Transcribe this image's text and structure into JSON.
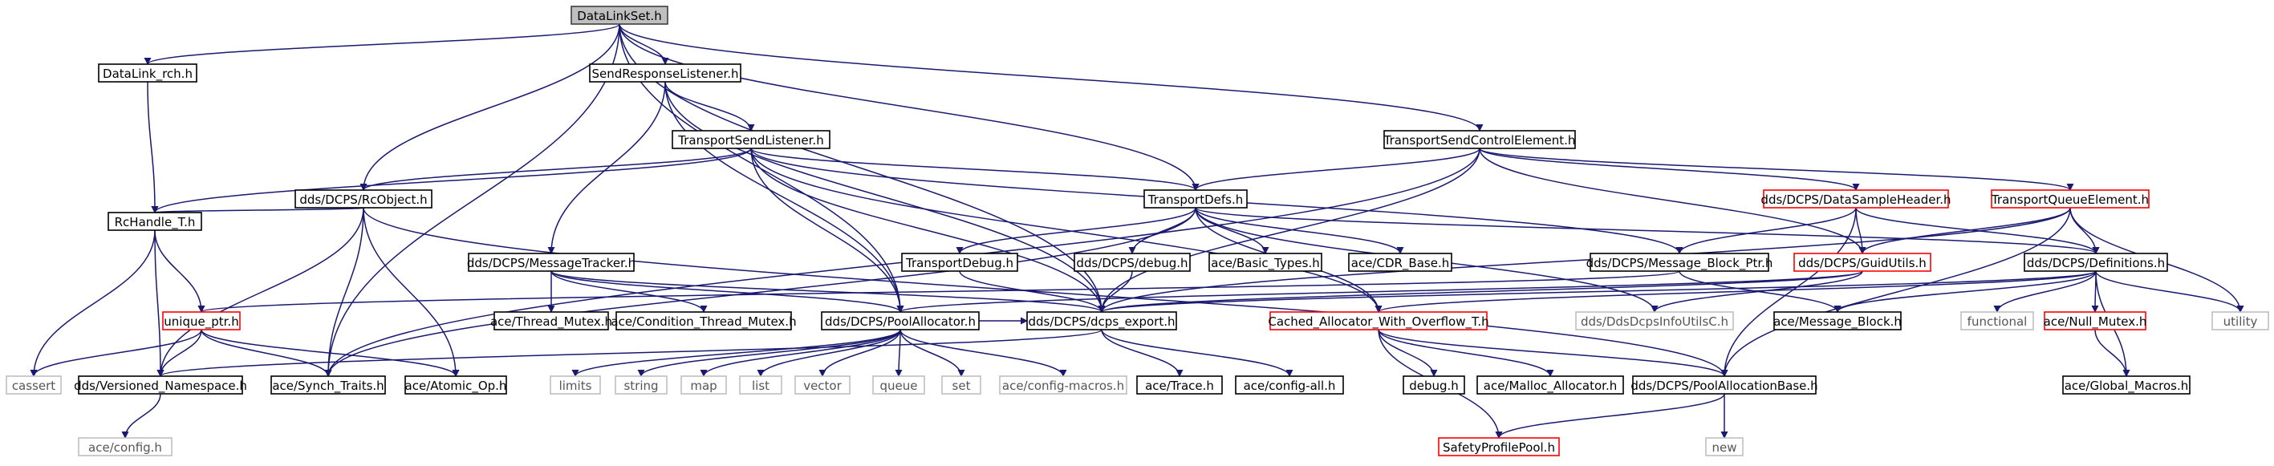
{
  "colors": {
    "edge": "#191970",
    "default_border": "#000000",
    "root_border": "#3f3f3f",
    "root_fill": "#bfbfbf",
    "missing_border": "#ff0000",
    "external_border": "#bfbfbf"
  },
  "nodes": [
    {
      "id": "datalinkset",
      "label": "DataLinkSet.h",
      "kind": "root"
    },
    {
      "id": "datalink_rch",
      "label": "DataLink_rch.h",
      "kind": "default"
    },
    {
      "id": "sendresponselistener",
      "label": "SendResponseListener.h",
      "kind": "default"
    },
    {
      "id": "transportsendlistener",
      "label": "TransportSendListener.h",
      "kind": "default"
    },
    {
      "id": "transportsendcontrolelement",
      "label": "TransportSendControlElement.h",
      "kind": "default"
    },
    {
      "id": "rcobject",
      "label": "dds/DCPS/RcObject.h",
      "kind": "default"
    },
    {
      "id": "transportdefs",
      "label": "TransportDefs.h",
      "kind": "default"
    },
    {
      "id": "datasampleheader",
      "label": "dds/DCPS/DataSampleHeader.h",
      "kind": "missing"
    },
    {
      "id": "transportqueueelement",
      "label": "TransportQueueElement.h",
      "kind": "missing"
    },
    {
      "id": "rchandle_t",
      "label": "RcHandle_T.h",
      "kind": "default"
    },
    {
      "id": "messagetracker",
      "label": "dds/DCPS/MessageTracker.h",
      "kind": "default"
    },
    {
      "id": "transportdebug",
      "label": "TransportDebug.h",
      "kind": "default"
    },
    {
      "id": "dcps_debug",
      "label": "dds/DCPS/debug.h",
      "kind": "default"
    },
    {
      "id": "basic_types",
      "label": "ace/Basic_Types.h",
      "kind": "default"
    },
    {
      "id": "cdr_base",
      "label": "ace/CDR_Base.h",
      "kind": "default"
    },
    {
      "id": "message_block_ptr",
      "label": "dds/DCPS/Message_Block_Ptr.h",
      "kind": "default"
    },
    {
      "id": "guidutils",
      "label": "dds/DCPS/GuidUtils.h",
      "kind": "missing"
    },
    {
      "id": "definitions",
      "label": "dds/DCPS/Definitions.h",
      "kind": "default"
    },
    {
      "id": "unique_ptr",
      "label": "unique_ptr.h",
      "kind": "missing"
    },
    {
      "id": "thread_mutex",
      "label": "ace/Thread_Mutex.h",
      "kind": "default"
    },
    {
      "id": "condition_thread_mutex",
      "label": "ace/Condition_Thread_Mutex.h",
      "kind": "default"
    },
    {
      "id": "poolallocator",
      "label": "dds/DCPS/PoolAllocator.h",
      "kind": "default"
    },
    {
      "id": "dcps_export",
      "label": "dds/DCPS/dcps_export.h",
      "kind": "default"
    },
    {
      "id": "cached_allocator",
      "label": "Cached_Allocator_With_Overflow_T.h",
      "kind": "missing"
    },
    {
      "id": "ddsdcpsinfoutilsc",
      "label": "dds/DdsDcpsInfoUtilsC.h",
      "kind": "external"
    },
    {
      "id": "message_block",
      "label": "ace/Message_Block.h",
      "kind": "default"
    },
    {
      "id": "functional",
      "label": "functional",
      "kind": "external"
    },
    {
      "id": "null_mutex",
      "label": "ace/Null_Mutex.h",
      "kind": "missing"
    },
    {
      "id": "utility",
      "label": "utility",
      "kind": "external"
    },
    {
      "id": "cassert",
      "label": "cassert",
      "kind": "external"
    },
    {
      "id": "versioned_namespace",
      "label": "dds/Versioned_Namespace.h",
      "kind": "default"
    },
    {
      "id": "synch_traits",
      "label": "ace/Synch_Traits.h",
      "kind": "default"
    },
    {
      "id": "atomic_op",
      "label": "ace/Atomic_Op.h",
      "kind": "default"
    },
    {
      "id": "limits",
      "label": "limits",
      "kind": "external"
    },
    {
      "id": "string",
      "label": "string",
      "kind": "external"
    },
    {
      "id": "map",
      "label": "map",
      "kind": "external"
    },
    {
      "id": "list",
      "label": "list",
      "kind": "external"
    },
    {
      "id": "vector",
      "label": "vector",
      "kind": "external"
    },
    {
      "id": "queue",
      "label": "queue",
      "kind": "external"
    },
    {
      "id": "set",
      "label": "set",
      "kind": "external"
    },
    {
      "id": "config_macros",
      "label": "ace/config-macros.h",
      "kind": "external"
    },
    {
      "id": "ace_trace",
      "label": "ace/Trace.h",
      "kind": "default"
    },
    {
      "id": "config_all",
      "label": "ace/config-all.h",
      "kind": "default"
    },
    {
      "id": "debug_h",
      "label": "debug.h",
      "kind": "default"
    },
    {
      "id": "malloc_allocator",
      "label": "ace/Malloc_Allocator.h",
      "kind": "default"
    },
    {
      "id": "poolallocationbase",
      "label": "dds/DCPS/PoolAllocationBase.h",
      "kind": "default"
    },
    {
      "id": "global_macros",
      "label": "ace/Global_Macros.h",
      "kind": "default"
    },
    {
      "id": "ace_config",
      "label": "ace/config.h",
      "kind": "external"
    },
    {
      "id": "new",
      "label": "new",
      "kind": "external"
    },
    {
      "id": "safetyprofilepool",
      "label": "SafetyProfilePool.h",
      "kind": "missing"
    }
  ],
  "edges": [
    [
      "datalinkset",
      "datalink_rch"
    ],
    [
      "datalinkset",
      "sendresponselistener"
    ],
    [
      "datalinkset",
      "transportsendcontrolelement"
    ],
    [
      "datalinkset",
      "rcobject"
    ],
    [
      "datalinkset",
      "transportdefs"
    ],
    [
      "datalinkset",
      "synch_traits"
    ],
    [
      "datalinkset",
      "poolallocator"
    ],
    [
      "datalinkset",
      "dcps_export"
    ],
    [
      "datalink_rch",
      "rchandle_t"
    ],
    [
      "sendresponselistener",
      "transportsendlistener"
    ],
    [
      "sendresponselistener",
      "messagetracker"
    ],
    [
      "sendresponselistener",
      "poolallocator"
    ],
    [
      "sendresponselistener",
      "dcps_export"
    ],
    [
      "transportsendlistener",
      "rcobject"
    ],
    [
      "transportsendlistener",
      "rchandle_t"
    ],
    [
      "transportsendlistener",
      "transportdefs"
    ],
    [
      "transportsendlistener",
      "message_block_ptr"
    ],
    [
      "transportsendlistener",
      "poolallocator"
    ],
    [
      "transportsendlistener",
      "dcps_export"
    ],
    [
      "transportsendlistener",
      "cached_allocator"
    ],
    [
      "transportsendcontrolelement",
      "transportdefs"
    ],
    [
      "transportsendcontrolelement",
      "datasampleheader"
    ],
    [
      "transportsendcontrolelement",
      "transportqueueelement"
    ],
    [
      "transportsendcontrolelement",
      "guidutils"
    ],
    [
      "transportsendcontrolelement",
      "synch_traits"
    ],
    [
      "transportsendcontrolelement",
      "dcps_export"
    ],
    [
      "rcobject",
      "rchandle_t"
    ],
    [
      "rcobject",
      "synch_traits"
    ],
    [
      "rcobject",
      "atomic_op"
    ],
    [
      "rcobject",
      "versioned_namespace"
    ],
    [
      "rcobject",
      "poolallocationbase"
    ],
    [
      "transportdefs",
      "transportdebug"
    ],
    [
      "transportdefs",
      "dcps_debug"
    ],
    [
      "transportdefs",
      "basic_types"
    ],
    [
      "transportdefs",
      "cdr_base"
    ],
    [
      "transportdefs",
      "definitions"
    ],
    [
      "transportdefs",
      "ddsdcpsinfoutilsc"
    ],
    [
      "transportdefs",
      "synch_traits"
    ],
    [
      "transportdefs",
      "cached_allocator"
    ],
    [
      "datasampleheader",
      "message_block_ptr"
    ],
    [
      "datasampleheader",
      "guidutils"
    ],
    [
      "datasampleheader",
      "definitions"
    ],
    [
      "datasampleheader",
      "poolallocationbase"
    ],
    [
      "transportqueueelement",
      "guidutils"
    ],
    [
      "transportqueueelement",
      "definitions"
    ],
    [
      "transportqueueelement",
      "utility"
    ],
    [
      "transportqueueelement",
      "poolallocationbase"
    ],
    [
      "transportqueueelement",
      "dcps_export"
    ],
    [
      "rchandle_t",
      "unique_ptr"
    ],
    [
      "rchandle_t",
      "cassert"
    ],
    [
      "rchandle_t",
      "versioned_namespace"
    ],
    [
      "messagetracker",
      "thread_mutex"
    ],
    [
      "messagetracker",
      "condition_thread_mutex"
    ],
    [
      "messagetracker",
      "poolallocator"
    ],
    [
      "messagetracker",
      "dcps_export"
    ],
    [
      "transportdebug",
      "dcps_export"
    ],
    [
      "dcps_debug",
      "dcps_export"
    ],
    [
      "message_block_ptr",
      "message_block"
    ],
    [
      "message_block_ptr",
      "unique_ptr"
    ],
    [
      "guidutils",
      "dcps_export"
    ],
    [
      "guidutils",
      "poolallocator"
    ],
    [
      "guidutils",
      "ddsdcpsinfoutilsc"
    ],
    [
      "definitions",
      "functional"
    ],
    [
      "definitions",
      "null_mutex"
    ],
    [
      "definitions",
      "utility"
    ],
    [
      "definitions",
      "global_macros"
    ],
    [
      "definitions",
      "message_block"
    ],
    [
      "definitions",
      "dcps_export"
    ],
    [
      "definitions",
      "cached_allocator"
    ],
    [
      "unique_ptr",
      "cassert"
    ],
    [
      "unique_ptr",
      "versioned_namespace"
    ],
    [
      "unique_ptr",
      "synch_traits"
    ],
    [
      "unique_ptr",
      "atomic_op"
    ],
    [
      "poolallocator",
      "dcps_export"
    ],
    [
      "poolallocator",
      "limits"
    ],
    [
      "poolallocator",
      "string"
    ],
    [
      "poolallocator",
      "map"
    ],
    [
      "poolallocator",
      "list"
    ],
    [
      "poolallocator",
      "vector"
    ],
    [
      "poolallocator",
      "queue"
    ],
    [
      "poolallocator",
      "set"
    ],
    [
      "poolallocator",
      "config_macros"
    ],
    [
      "dcps_export",
      "ace_trace"
    ],
    [
      "dcps_export",
      "config_all"
    ],
    [
      "dcps_export",
      "versioned_namespace"
    ],
    [
      "cached_allocator",
      "debug_h"
    ],
    [
      "cached_allocator",
      "malloc_allocator"
    ],
    [
      "cached_allocator",
      "poolallocationbase"
    ],
    [
      "cached_allocator",
      "safetyprofilepool"
    ],
    [
      "null_mutex",
      "global_macros"
    ],
    [
      "versioned_namespace",
      "ace_config"
    ],
    [
      "poolallocationbase",
      "new"
    ],
    [
      "poolallocationbase",
      "safetyprofilepool"
    ]
  ]
}
